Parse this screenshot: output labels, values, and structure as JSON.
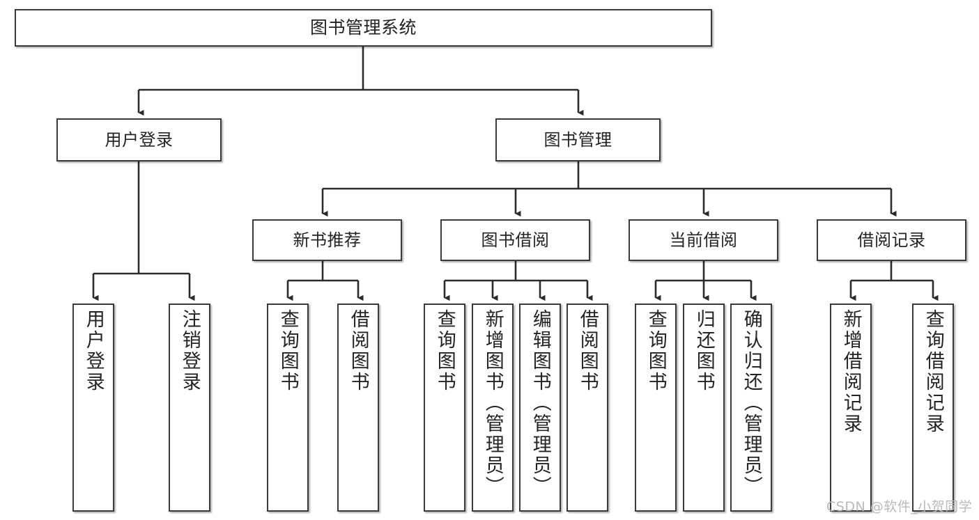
{
  "diagram": {
    "type": "tree-hierarchy-flowchart",
    "title": "图书管理系统",
    "colors": {
      "box_border": "#3a3a3a",
      "box_fill": "#ffffff",
      "edge": "#2b2b2b",
      "text": "#232323",
      "watermark": "#b9b9b9",
      "background": "#ffffff"
    },
    "nodes": {
      "root": {
        "id": "root",
        "label": "图书管理系统",
        "level": 1,
        "orientation": "horizontal"
      },
      "level2": [
        {
          "id": "user-login",
          "label": "用户登录",
          "orientation": "horizontal"
        },
        {
          "id": "book-manage",
          "label": "图书管理",
          "orientation": "horizontal"
        }
      ],
      "level3": [
        {
          "id": "new-book-recommend",
          "label": "新书推荐",
          "orientation": "horizontal",
          "parent": "book-manage"
        },
        {
          "id": "book-borrow",
          "label": "图书借阅",
          "orientation": "horizontal",
          "parent": "book-manage"
        },
        {
          "id": "current-borrow",
          "label": "当前借阅",
          "orientation": "horizontal",
          "parent": "book-manage"
        },
        {
          "id": "borrow-record",
          "label": "借阅记录",
          "orientation": "horizontal",
          "parent": "book-manage"
        }
      ],
      "leaves": [
        {
          "id": "leaf-user-login",
          "label": "用户登录",
          "parent": "user-login",
          "orientation": "vertical"
        },
        {
          "id": "leaf-user-logout",
          "label": "注销登录",
          "parent": "user-login",
          "orientation": "vertical"
        },
        {
          "id": "leaf-query-book-1",
          "label": "查询图书",
          "parent": "new-book-recommend",
          "orientation": "vertical"
        },
        {
          "id": "leaf-borrow-book-1",
          "label": "借阅图书",
          "parent": "new-book-recommend",
          "orientation": "vertical"
        },
        {
          "id": "leaf-query-book-2",
          "label": "查询图书",
          "parent": "book-borrow",
          "orientation": "vertical"
        },
        {
          "id": "leaf-add-book",
          "label": "新增图书（管理员）",
          "parent": "book-borrow",
          "orientation": "vertical"
        },
        {
          "id": "leaf-edit-book",
          "label": "编辑图书（管理员）",
          "parent": "book-borrow",
          "orientation": "vertical"
        },
        {
          "id": "leaf-borrow-book-2",
          "label": "借阅图书",
          "parent": "book-borrow",
          "orientation": "vertical"
        },
        {
          "id": "leaf-query-book-3",
          "label": "查询图书",
          "parent": "current-borrow",
          "orientation": "vertical"
        },
        {
          "id": "leaf-return-book",
          "label": "归还图书",
          "parent": "current-borrow",
          "orientation": "vertical"
        },
        {
          "id": "leaf-confirm-return",
          "label": "确认归还（管理员）",
          "parent": "current-borrow",
          "orientation": "vertical"
        },
        {
          "id": "leaf-add-record",
          "label": "新增借阅记录",
          "parent": "borrow-record",
          "orientation": "vertical"
        },
        {
          "id": "leaf-query-record",
          "label": "查询借阅记录",
          "parent": "borrow-record",
          "orientation": "vertical"
        }
      ]
    },
    "watermark": "CSDN @软件_小贺同学"
  }
}
